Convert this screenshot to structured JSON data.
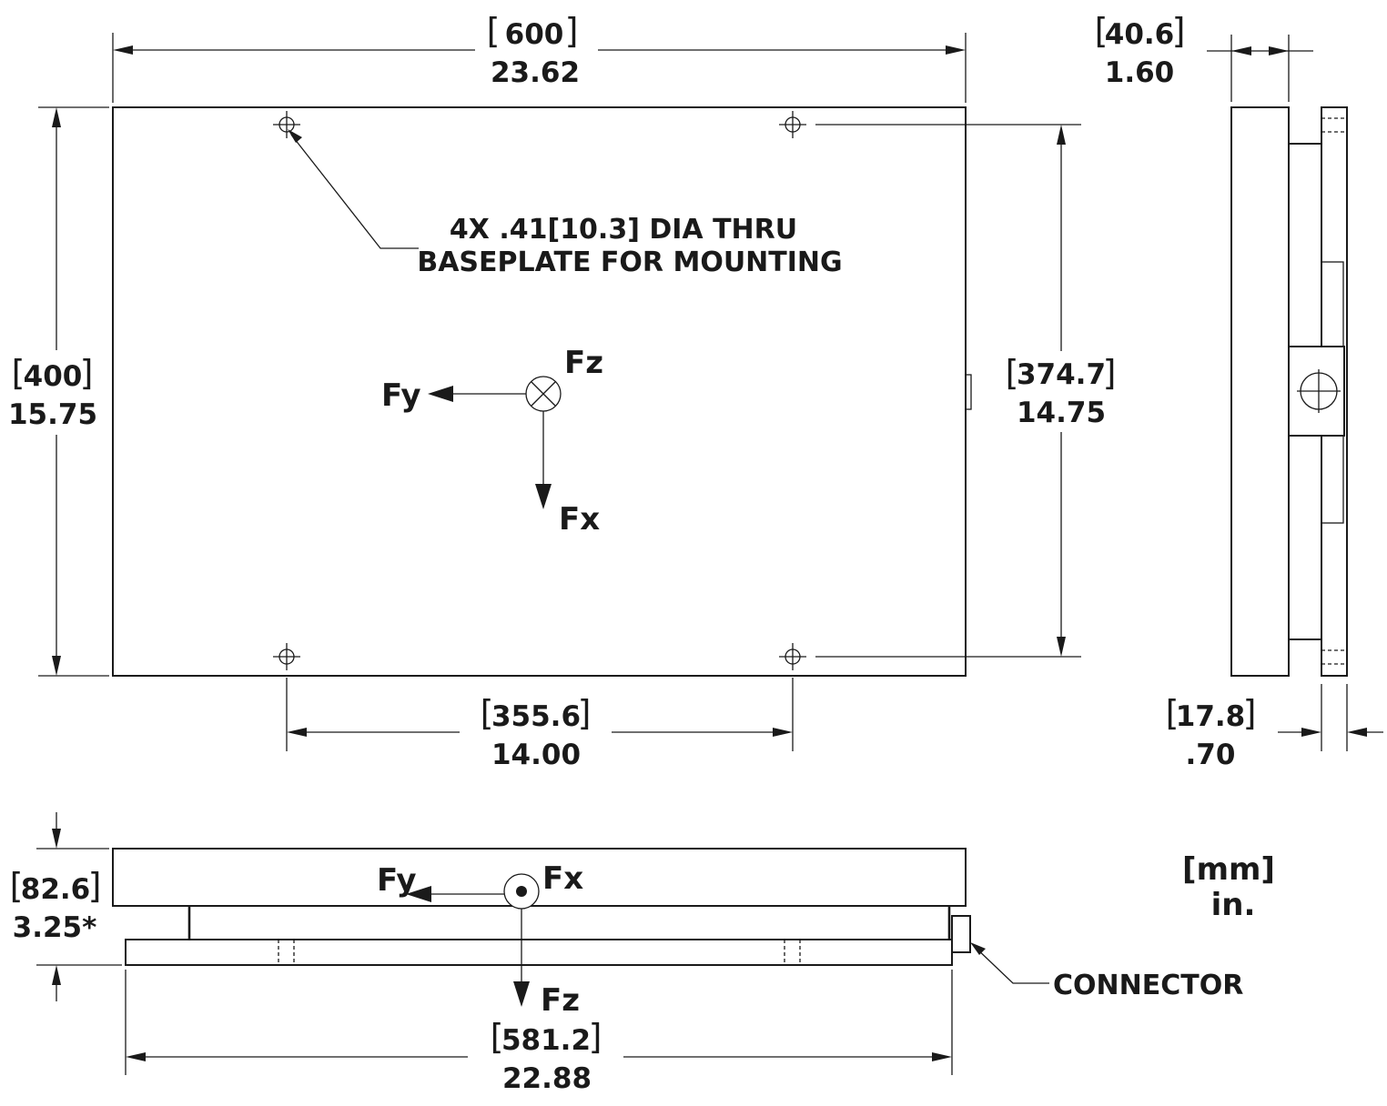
{
  "dimensions": {
    "width_mm": "600",
    "width_in": "23.62",
    "depth_mm": "400",
    "depth_in": "15.75",
    "hole_y_mm": "374.7",
    "hole_y_in": "14.75",
    "hole_x_mm": "355.6",
    "hole_x_in": "14.00",
    "thickness_mm": "40.6",
    "thickness_in": "1.60",
    "base_mm": "17.8",
    "base_in": ".70",
    "height_mm": "82.6",
    "height_in": "3.25*",
    "base_len_mm": "581.2",
    "base_len_in": "22.88"
  },
  "notes": {
    "holes_line1": "4X .41[10.3] DIA THRU",
    "holes_line2": "BASEPLATE FOR  MOUNTING",
    "connector": "CONNECTOR",
    "units_line1": "[mm]",
    "units_line2": "in."
  },
  "forces": {
    "top": {
      "fz": "Fz",
      "fy": "Fy",
      "fx": "Fx"
    },
    "front": {
      "fy": "Fy",
      "fx": "Fx",
      "fz": "Fz"
    }
  }
}
